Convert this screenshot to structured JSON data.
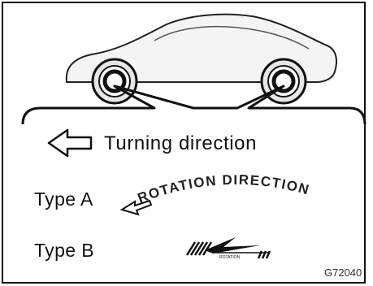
{
  "legend": {
    "turning_direction": "Turning direction"
  },
  "types": [
    {
      "label": "Type A",
      "marking_text": "ROTATION DIRECTION",
      "marking_style": "arched text with left-pointing arrow"
    },
    {
      "label": "Type B",
      "marking_text": "ROTATION",
      "marking_style": "hatched chevron arrow symbol"
    }
  ],
  "figure_code": "G72040"
}
